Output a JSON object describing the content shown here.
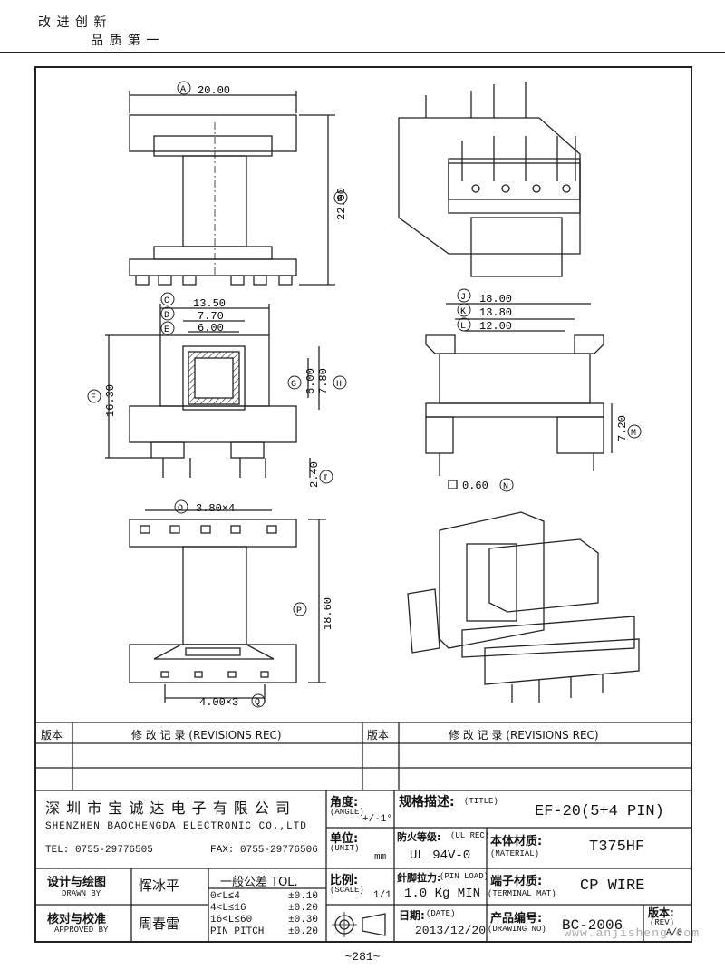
{
  "header": {
    "slogan_line1": "改 进 创 新",
    "slogan_line2": "品 质 第 一"
  },
  "dimensions": {
    "A": "20.00",
    "B": "22.00",
    "C": "13.50",
    "D": "7.70",
    "E": "6.00",
    "F": "16.30",
    "G": "6.00",
    "H": "7.80",
    "I": "2.40",
    "J": "18.00",
    "K": "13.80",
    "L": "12.00",
    "M": "7.20",
    "N": "0.60",
    "O": "3.80×4",
    "P": "18.60",
    "Q": "4.00×3"
  },
  "markers": {
    "A": "A",
    "B": "B",
    "C": "C",
    "D": "D",
    "E": "E",
    "F": "F",
    "G": "G",
    "H": "H",
    "I": "I",
    "J": "J",
    "K": "K",
    "L": "L",
    "M": "M",
    "N": "N",
    "O": "O",
    "P": "P",
    "Q": "Q"
  },
  "revisions": {
    "col_version": "版本",
    "col_record": "修 改 记 录  (REVISIONS REC)"
  },
  "company": {
    "name_cn": "深 圳 市 宝 诚 达 电 子 有 限 公 司",
    "name_en": "SHENZHEN BAOCHENGDA ELECTRONIC CO.,LTD",
    "tel": "TEL: 0755-29776505",
    "fax": "FAX: 0755-29776506"
  },
  "titleblock": {
    "angle_label": "角度:",
    "angle_en": "(ANGLE)",
    "angle_value": "+/-1°",
    "unit_label": "单位:",
    "unit_en": "(UNIT)",
    "unit_value": "mm",
    "scale_label": "比例:",
    "scale_en": "(SCALE)",
    "scale_value": "1/1",
    "title_label": "规格描述:",
    "title_en": "(TITLE)",
    "title_value": "EF-20(5+4 PIN)",
    "ul_label": "防火等级:",
    "ul_en": "(UL REC)",
    "ul_value": "UL 94V-0",
    "material_label": "本体材质:",
    "material_en": "(MATERIAL)",
    "material_value": "T375HF",
    "pinload_label": "針脚拉力:",
    "pinload_en": "(PIN LOAD)",
    "pinload_value": "1.0 Kg MIN",
    "terminal_label": "端子材质:",
    "terminal_en": "(TERMINAL MAT)",
    "terminal_value": "CP WIRE",
    "date_label": "日期:",
    "date_en": "(DATE)",
    "date_value": "2013/12/20",
    "drawing_label": "产品编号:",
    "drawing_en": "(DRAWING NO)",
    "drawing_value": "BC-2006",
    "rev_label": "版本:",
    "rev_en": "(REV)",
    "rev_value": "A/0",
    "drawn_label": "设计与绘图",
    "drawn_en": "DRAWN BY",
    "drawn_value": "恽冰平",
    "approved_label": "核对与校准",
    "approved_en": "APPROVED BY",
    "approved_value": "周春雷",
    "tol_header": "一般公差 TOL.",
    "tol_rows": [
      {
        "range": "0<L≤4",
        "tol": "±0.10"
      },
      {
        "range": "4<L≤16",
        "tol": "±0.20"
      },
      {
        "range": "16<L≤60",
        "tol": "±0.30"
      },
      {
        "range": "PIN PITCH",
        "tol": "±0.20"
      }
    ]
  },
  "page_number": "~281~",
  "watermark": "www.anjisheng.com"
}
